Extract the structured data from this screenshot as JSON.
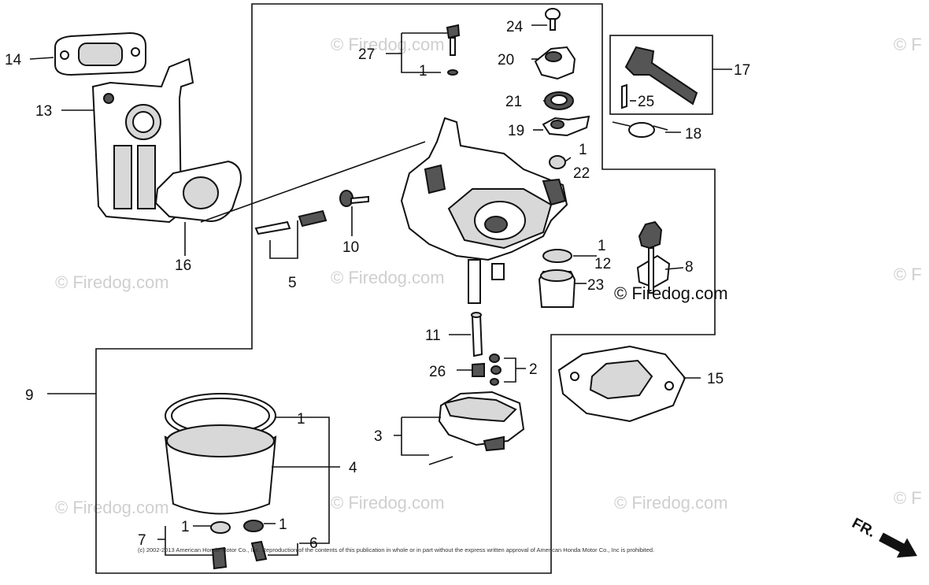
{
  "diagram": {
    "callouts": [
      "1",
      "2",
      "3",
      "4",
      "5",
      "6",
      "7",
      "8",
      "9",
      "10",
      "11",
      "12",
      "13",
      "14",
      "15",
      "16",
      "17",
      "18",
      "19",
      "20",
      "21",
      "22",
      "23",
      "24",
      "25",
      "26",
      "27"
    ],
    "watermark": "© Firedog.com",
    "watermark_partial": "© F",
    "dark_watermark": "© Firedog.com",
    "copyright": "(c) 2002-2013 American Honda Motor Co., Inc. Reproduction of the contents of this publication in whole or in part without the express written approval of American Honda Motor Co., Inc is prohibited.",
    "direction": "FR."
  }
}
